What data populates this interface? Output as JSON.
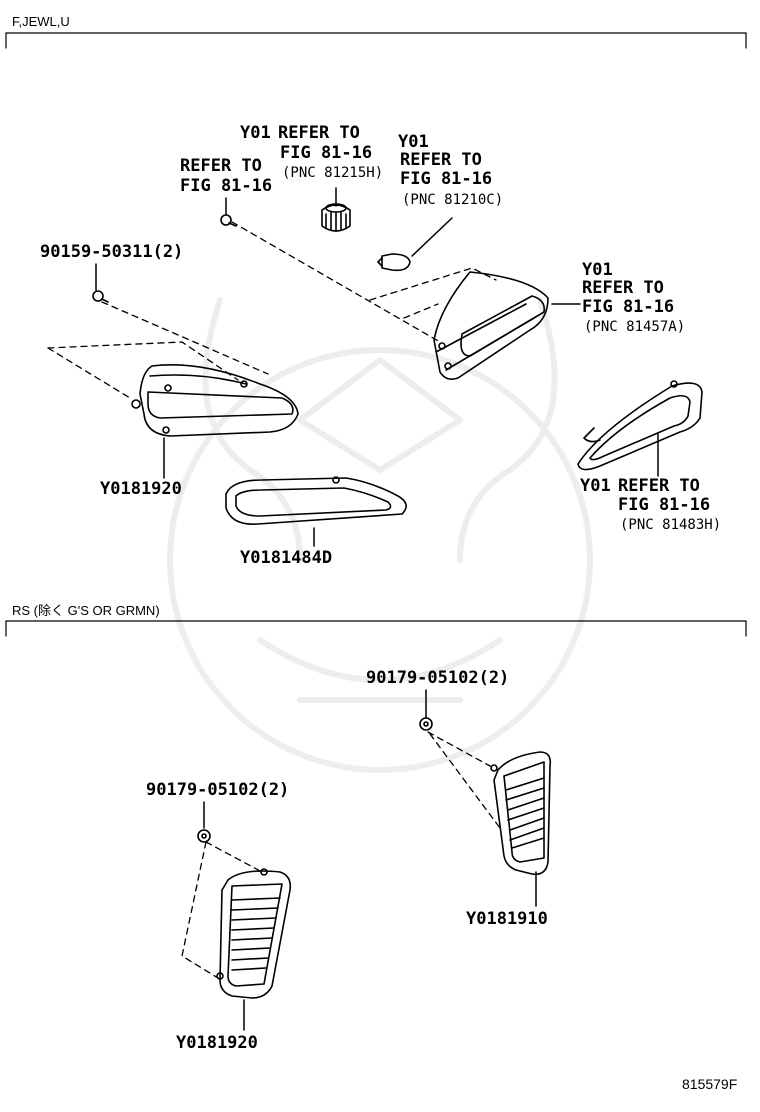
{
  "sections": [
    {
      "label": "F,JEWL,U"
    },
    {
      "label": "RS (除く G'S OR GRMN)"
    }
  ],
  "callouts": {
    "ref_81215h": {
      "code": "Y01",
      "line1": "REFER TO",
      "line2": "FIG 81-16",
      "pnc": "(PNC 81215H)"
    },
    "ref_bolt_top": {
      "line1": "REFER TO",
      "line2": "FIG 81-16"
    },
    "ref_81210c": {
      "code": "Y01",
      "line1": "REFER TO",
      "line2": "FIG 81-16",
      "pnc": "(PNC 81210C)"
    },
    "screw_upper": {
      "part": "90159-50311(2)"
    },
    "ref_81457a": {
      "code": "Y01",
      "line1": "REFER TO",
      "line2": "FIG 81-16",
      "pnc": "(PNC 81457A)"
    },
    "lamp_left_upper": {
      "part": "Y0181920"
    },
    "ref_81483h": {
      "code": "Y01",
      "line1": "REFER TO",
      "line2": "FIG 81-16",
      "pnc": "(PNC 81483H)"
    },
    "bezel": {
      "part": "Y0181484D"
    },
    "screw_right": {
      "part": "90179-05102(2)"
    },
    "screw_left": {
      "part": "90179-05102(2)"
    },
    "grille_right": {
      "part": "Y0181910"
    },
    "grille_left": {
      "part": "Y0181920"
    }
  },
  "figure_number": "815579F"
}
